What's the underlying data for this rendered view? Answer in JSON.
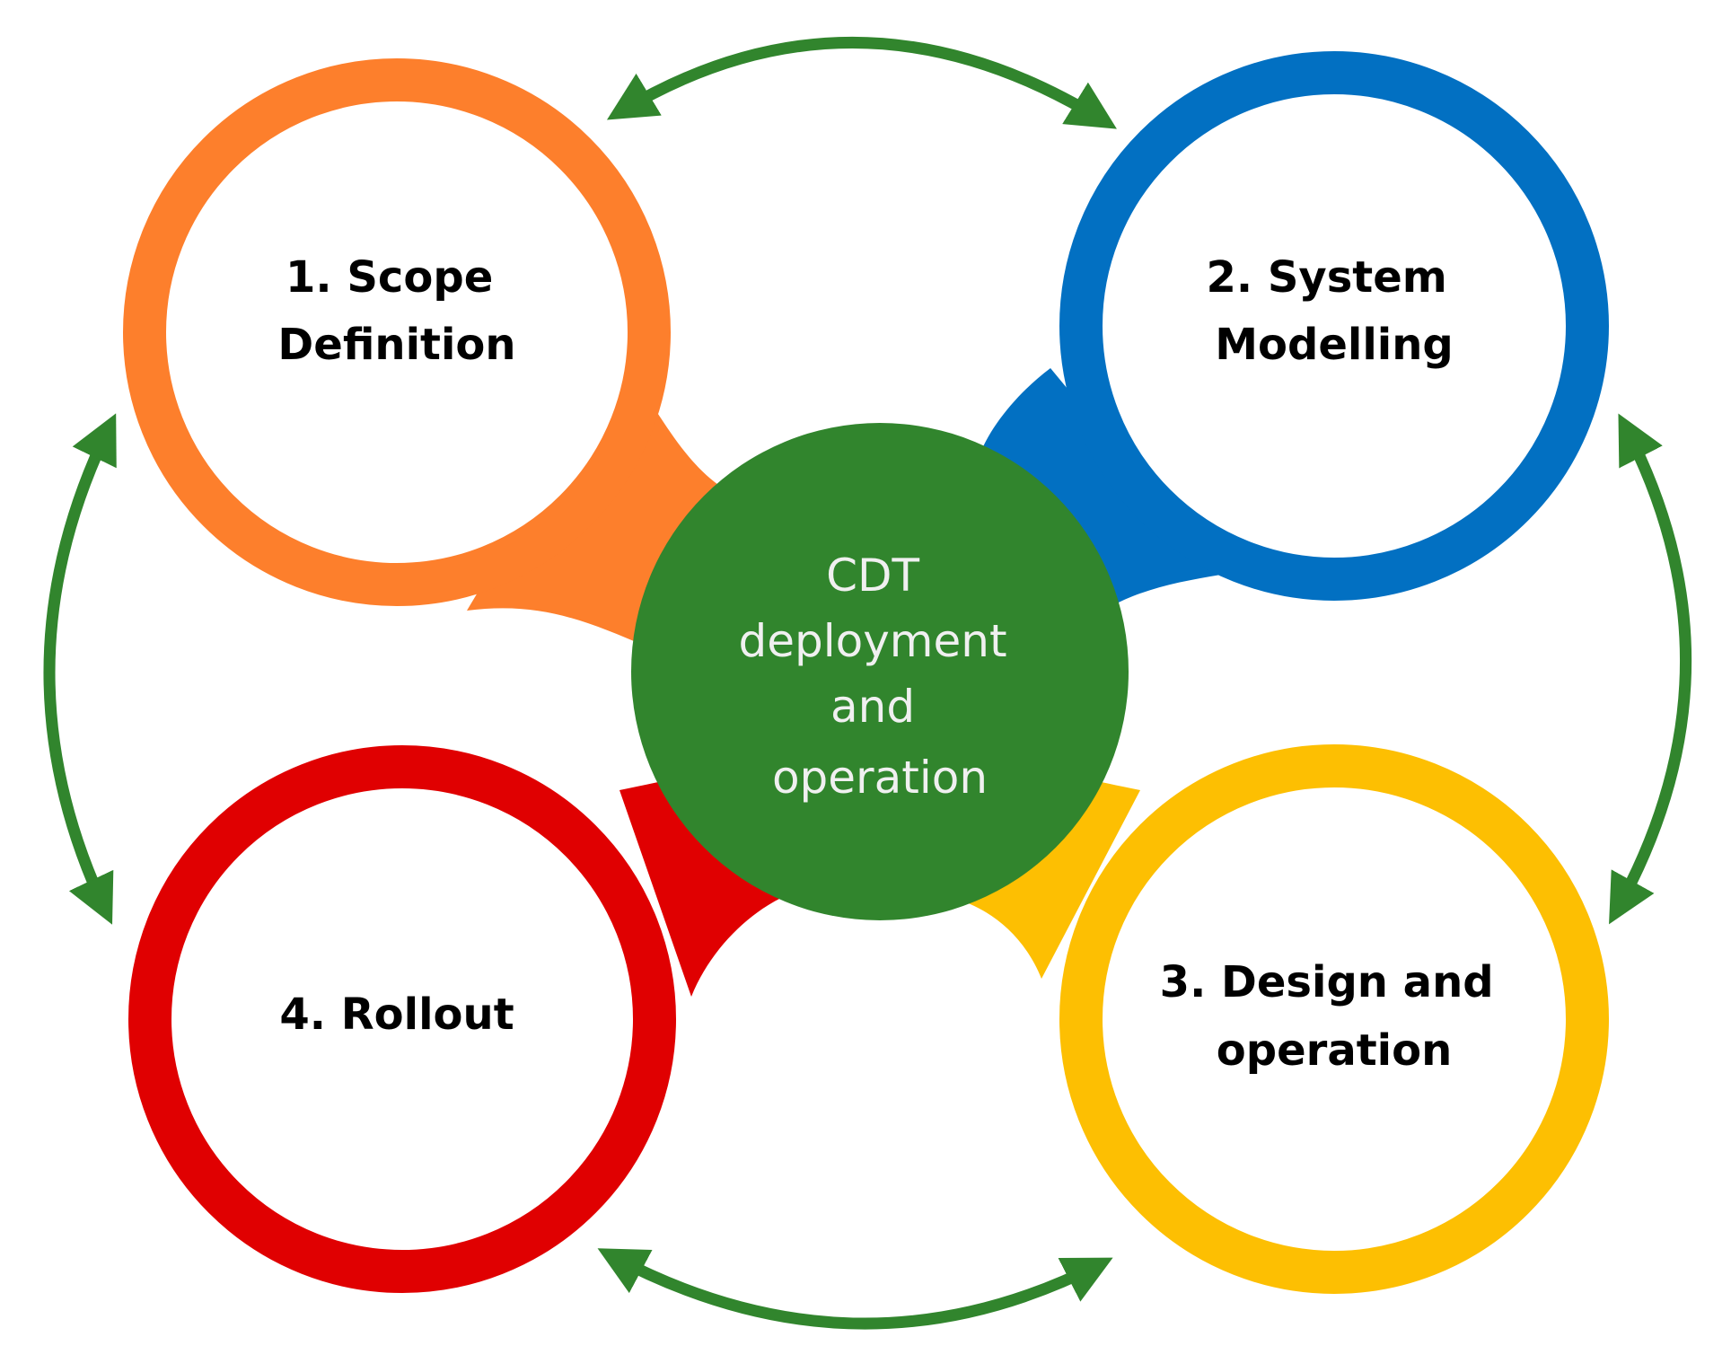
{
  "center": {
    "lines": [
      "CDT",
      "deployment",
      "and",
      "operation"
    ],
    "color": "#31852d"
  },
  "stages": [
    {
      "id": "scope-definition",
      "lines": [
        "1. Scope",
        "Definition"
      ],
      "color": "#fd7f2c"
    },
    {
      "id": "system-modelling",
      "lines": [
        "2. System",
        "Modelling"
      ],
      "color": "#0270c2"
    },
    {
      "id": "design-and-operation",
      "lines": [
        "3. Design and",
        "operation"
      ],
      "color": "#fdbf02"
    },
    {
      "id": "rollout",
      "lines": [
        "4. Rollout"
      ],
      "color": "#e00001"
    }
  ],
  "arrows": {
    "color": "#31852d",
    "connections": [
      [
        "scope-definition",
        "system-modelling"
      ],
      [
        "system-modelling",
        "design-and-operation"
      ],
      [
        "design-and-operation",
        "rollout"
      ],
      [
        "rollout",
        "scope-definition"
      ]
    ]
  }
}
